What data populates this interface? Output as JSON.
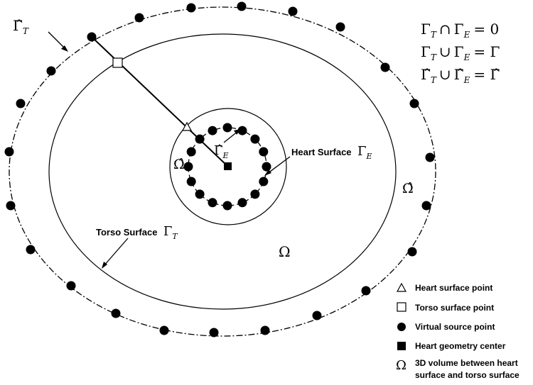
{
  "diagram": {
    "labels": {
      "gamma_t_hat": "Γ̂",
      "gamma_t_hat_sub": "T",
      "omega_hat_inner": "Ω̂",
      "gamma_e_hat": "Γ̂",
      "gamma_e_hat_sub": "E",
      "heart_surface": "Heart Surface",
      "heart_surface_sym": "Γ",
      "heart_surface_sub": "E",
      "torso_surface": "Torso Surface",
      "torso_surface_sym": "Γ",
      "torso_surface_sub": "T",
      "omega": "Ω",
      "omega_hat_outer": "Ω̂"
    },
    "equations": [
      {
        "lhs1": "Γ",
        "sub1": "T",
        "op": "∩",
        "lhs2": "Γ",
        "sub2": "E",
        "rhs": "= 0"
      },
      {
        "lhs1": "Γ",
        "sub1": "T",
        "op": "∪",
        "lhs2": "Γ",
        "sub2": "E",
        "rhs": "= Γ"
      },
      {
        "lhs1": "Γ̂",
        "sub1": "T",
        "op": "∪",
        "lhs2": "Γ̂",
        "sub2": "E",
        "rhs": "= Γ̂"
      }
    ],
    "legend": [
      {
        "symbol": "triangle",
        "text": "Heart surface point"
      },
      {
        "symbol": "square-open",
        "text": "Torso surface point"
      },
      {
        "symbol": "dot",
        "text": "Virtual source point"
      },
      {
        "symbol": "square-filled",
        "text": "Heart geometry center"
      },
      {
        "symbol": "omega",
        "glyph": "Ω",
        "text": "3D volume between heart",
        "text2": "surface and torso surface"
      }
    ]
  }
}
